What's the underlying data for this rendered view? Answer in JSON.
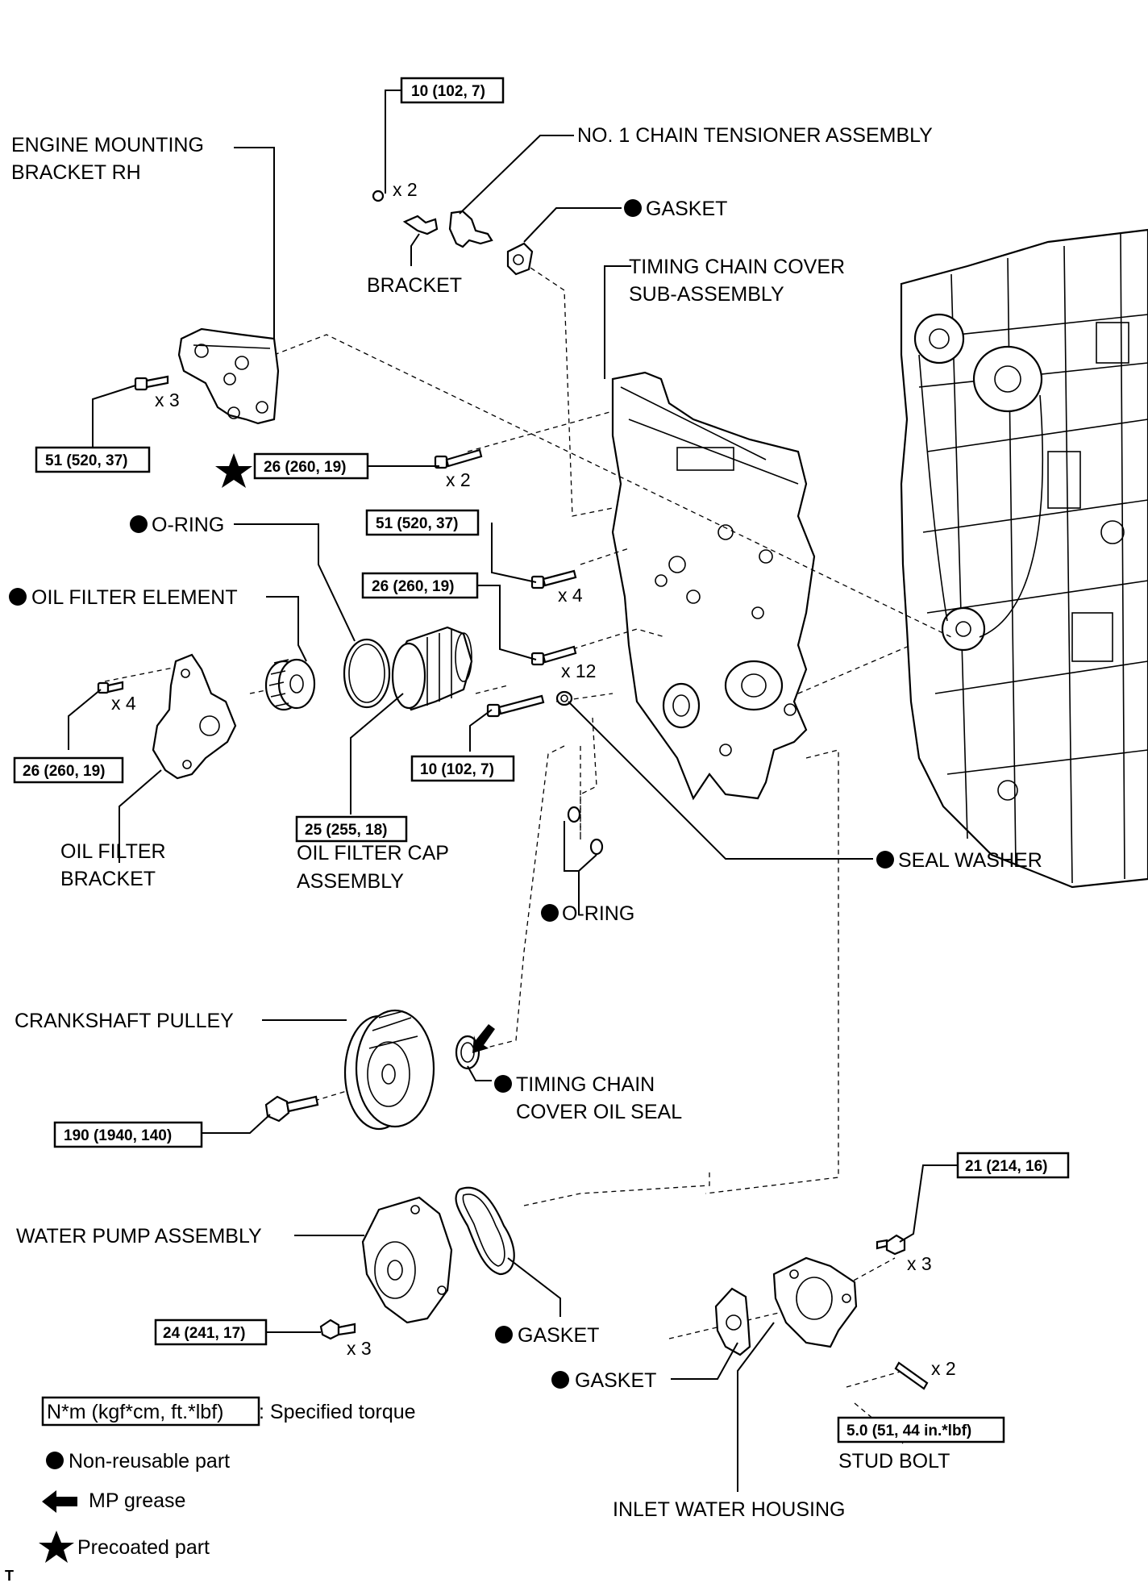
{
  "labels": {
    "engine_mounting_bracket": [
      "ENGINE MOUNTING",
      "BRACKET RH"
    ],
    "chain_tensioner": "NO. 1 CHAIN TENSIONER ASSEMBLY",
    "gasket_top": "GASKET",
    "bracket": "BRACKET",
    "timing_chain_cover": [
      "TIMING CHAIN COVER",
      "SUB-ASSEMBLY"
    ],
    "o_ring_top": "O-RING",
    "oil_filter_element": "OIL FILTER ELEMENT",
    "oil_filter_bracket": [
      "OIL FILTER",
      "BRACKET"
    ],
    "oil_filter_cap": [
      "OIL FILTER CAP",
      "ASSEMBLY"
    ],
    "seal_washer": "SEAL WASHER",
    "o_ring_bottom": "O-RING",
    "crankshaft_pulley": "CRANKSHAFT PULLEY",
    "timing_chain_oil_seal": [
      "TIMING CHAIN",
      "COVER OIL SEAL"
    ],
    "water_pump": "WATER PUMP ASSEMBLY",
    "gasket_water_pump": "GASKET",
    "gasket_inlet": "GASKET",
    "stud_bolt": "STUD BOLT",
    "inlet_water_housing": "INLET WATER HOUSING"
  },
  "torques": {
    "tensioner_nut": "10 (102, 7)",
    "mount_bracket": "51 (520, 37)",
    "precoated_bolt": "26 (260, 19)",
    "cover_51": "51 (520, 37)",
    "cover_26": "26 (260, 19)",
    "filter_bracket": "26 (260, 19)",
    "cover_10": "10 (102, 7)",
    "filter_cap": "25 (255, 18)",
    "crank_pulley": "190 (1940, 140)",
    "water_pump": "24 (241, 17)",
    "inlet_housing": "21 (214, 16)",
    "stud_bolt": "5.0 (51, 44 in.*lbf)"
  },
  "quantities": {
    "tensioner_nut": "x 2",
    "mount_bracket": "x 3",
    "precoated_bolt": "x 2",
    "cover_51": "x 4",
    "cover_26": "x 12",
    "filter_bracket": "x 4",
    "inlet_housing": "x 3",
    "water_pump": "x 3",
    "stud_bolt": "x 2"
  },
  "legend": {
    "torque_box": "N*m (kgf*cm, ft.*lbf)",
    "torque_text": ": Specified torque",
    "non_reusable": "Non-reusable part",
    "mp_grease": "MP grease",
    "precoated": "Precoated part"
  },
  "corner_mark": "T"
}
